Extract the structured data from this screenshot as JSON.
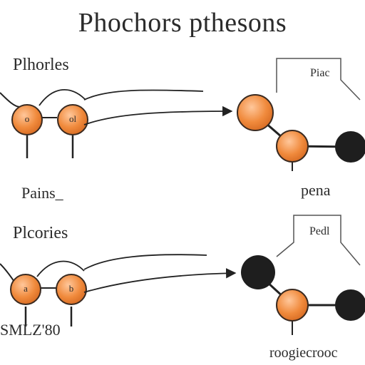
{
  "title": "Phochors pthesons",
  "panels": [
    {
      "label": "Plhorles",
      "left_node_labels": [
        "o",
        "ol"
      ],
      "left_caption": "Pains_",
      "box_label": "Piac",
      "right_caption": "penа"
    },
    {
      "label": "Plcories",
      "left_node_labels": [
        "a",
        "b"
      ],
      "left_caption": "SMLZ'80",
      "box_label": "Pedl",
      "right_caption": "roogiecrooc"
    }
  ],
  "colors": {
    "orange_fill": "#f08a3c",
    "orange_stroke": "#3a2a20",
    "dark_node": "#1e1e1e",
    "line": "#222222",
    "box_line": "#555555"
  }
}
